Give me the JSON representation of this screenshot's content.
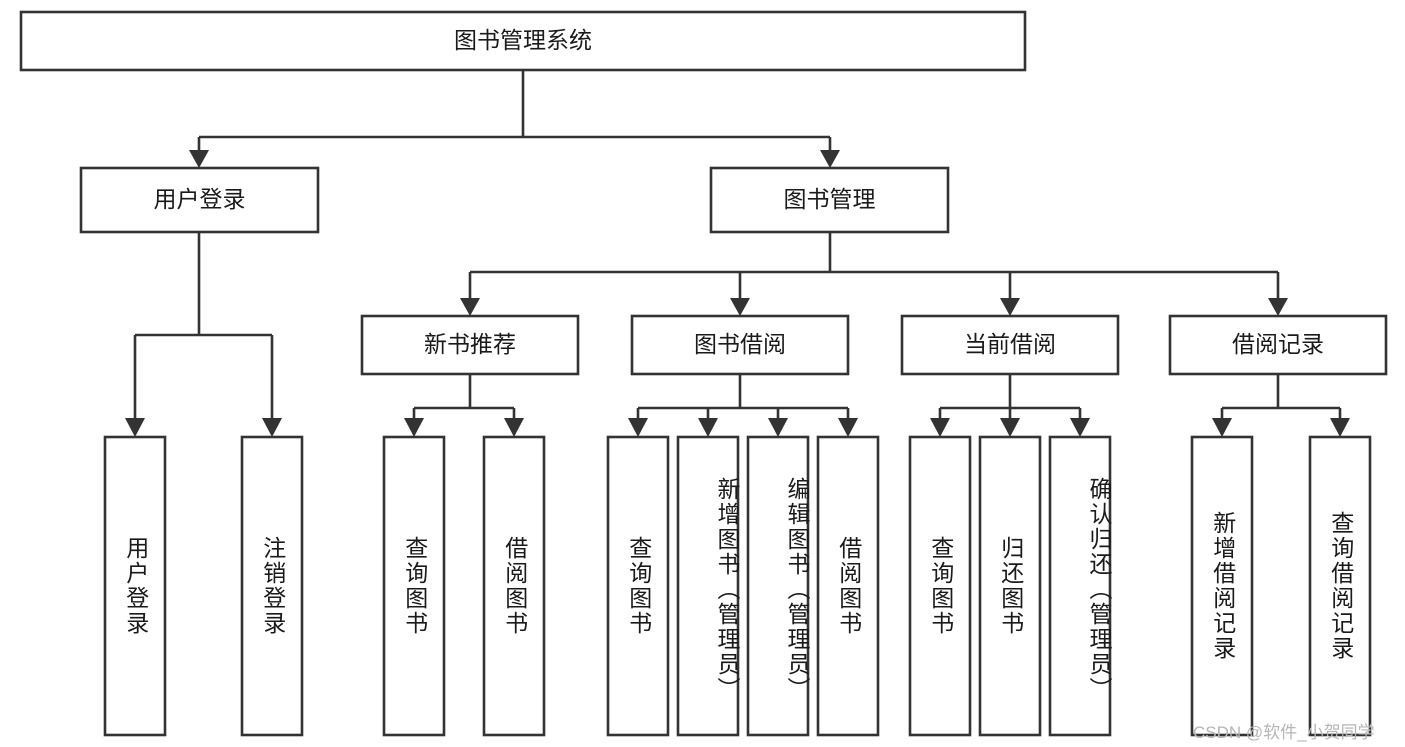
{
  "diagram": {
    "type": "tree",
    "title": "图书管理系统",
    "watermark": "CSDN @软件_小贺同学",
    "colors": {
      "stroke": "#333333",
      "fill": "#ffffff",
      "text": "#1a1a1a",
      "watermark": "#b6b6b6"
    },
    "levels": {
      "root": {
        "label": "图书管理系统"
      },
      "level2": [
        {
          "label": "用户登录"
        },
        {
          "label": "图书管理"
        }
      ],
      "level3": [
        {
          "label": "新书推荐"
        },
        {
          "label": "图书借阅"
        },
        {
          "label": "当前借阅"
        },
        {
          "label": "借阅记录"
        }
      ],
      "leaves": {
        "user_login": [
          {
            "label": "用户登录"
          },
          {
            "label": "注销登录"
          }
        ],
        "new_book": [
          {
            "label": "查询图书"
          },
          {
            "label": "借阅图书"
          }
        ],
        "book_borrow": [
          {
            "label": "查询图书"
          },
          {
            "label": "新增图书（管理员）"
          },
          {
            "label": "编辑图书（管理员）"
          },
          {
            "label": "借阅图书"
          }
        ],
        "current_borrow": [
          {
            "label": "查询图书"
          },
          {
            "label": "归还图书"
          },
          {
            "label": "确认归还（管理员）"
          }
        ],
        "borrow_record": [
          {
            "label": "新增借阅记录"
          },
          {
            "label": "查询借阅记录"
          }
        ]
      }
    }
  }
}
